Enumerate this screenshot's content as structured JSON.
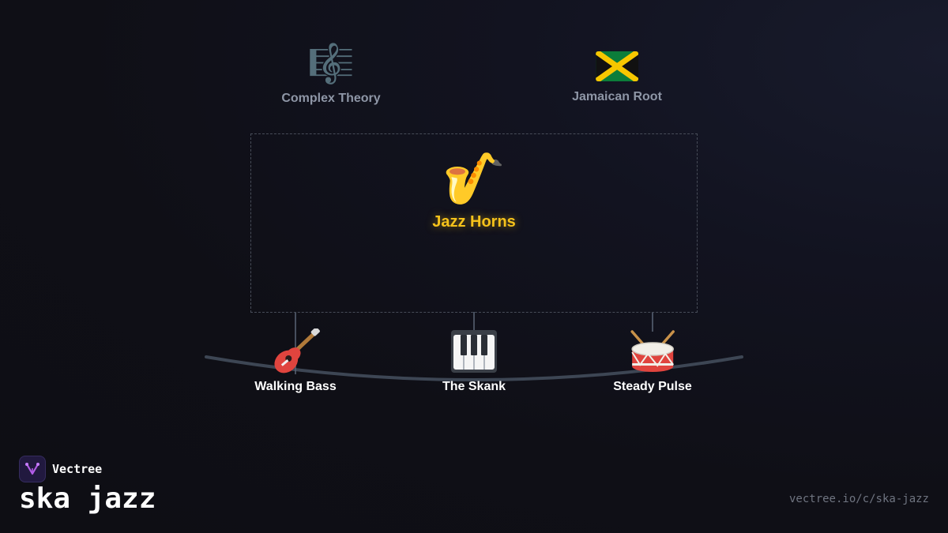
{
  "diagram": {
    "top_nodes": [
      {
        "label": "Complex Theory",
        "icon": "music-score-icon",
        "glyph": "🎼"
      },
      {
        "label": "Jamaican Root",
        "icon": "jamaica-flag-icon"
      }
    ],
    "center_node": {
      "label": "Jazz Horns",
      "icon": "saxophone-icon",
      "glyph": "🎷",
      "accent": "#f5c21b"
    },
    "bottom_nodes": [
      {
        "label": "Walking Bass",
        "icon": "guitar-icon"
      },
      {
        "label": "The Skank",
        "icon": "piano-keys-icon"
      },
      {
        "label": "Steady Pulse",
        "icon": "drum-icon"
      }
    ]
  },
  "footer": {
    "brand_name": "Vectree",
    "title": "ska jazz",
    "url": "vectree.io/c/ska-jazz"
  },
  "colors": {
    "background": "#0f0f16",
    "accent": "#f5c21b",
    "connector": "#3d4654",
    "brand": "#b25ce6"
  }
}
